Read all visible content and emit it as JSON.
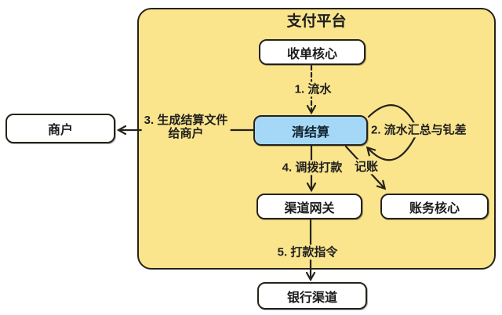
{
  "diagram": {
    "title": "支付平台",
    "nodes": {
      "acquiring": "收单核心",
      "settlement": "清结算",
      "merchant": "商户",
      "channel_gateway": "渠道网关",
      "accounting": "账务核心",
      "bank_channel": "银行渠道"
    },
    "edges": {
      "flow": "1. 流水",
      "summary_netting": "2. 流水汇总与钆差",
      "settle_file_line1": "3. 生成结算文件",
      "settle_file_line2": "给商户",
      "transfer_payment": "4. 调拨打款",
      "bookkeeping": "记账",
      "payment_order": "5. 打款指令"
    },
    "colors": {
      "container_fill": "#FAE58C",
      "node_fill": "#FFFFFF",
      "highlight_fill": "#A5D8F6",
      "stroke": "#26221B"
    }
  }
}
